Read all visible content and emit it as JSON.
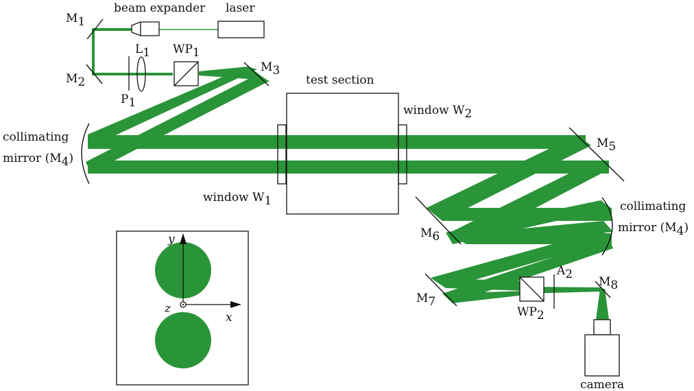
{
  "colors": {
    "beam": "#2a9438",
    "line": "#111111"
  },
  "labels": {
    "m1": "M",
    "m1_sub": "1",
    "m2": "M",
    "m2_sub": "2",
    "m3": "M",
    "m3_sub": "3",
    "m5": "M",
    "m5_sub": "5",
    "m6": "M",
    "m6_sub": "6",
    "m7": "M",
    "m7_sub": "7",
    "m8": "M",
    "m8_sub": "8",
    "beam_expander": "beam expander",
    "laser": "laser",
    "l1": "L",
    "l1_sub": "1",
    "wp1": "WP",
    "wp1_sub": "1",
    "p1": "P",
    "p1_sub": "1",
    "test_section": "test section",
    "window_w2": "window W",
    "window_w2_sub": "2",
    "window_w1": "window W",
    "window_w1_sub": "1",
    "collimating_left_1": "collimating",
    "collimating_left_2a": "mirror (M",
    "collimating_left_sub": "4",
    "collimating_left_2b": ")",
    "collimating_right_1": "collimating",
    "collimating_right_2a": "mirror (M",
    "collimating_right_sub": "4",
    "collimating_right_2b": ")",
    "a2": "A",
    "a2_sub": "2",
    "wp2": "WP",
    "wp2_sub": "2",
    "camera": "camera",
    "axis_y": "y",
    "axis_x": "x",
    "axis_z": "z"
  }
}
